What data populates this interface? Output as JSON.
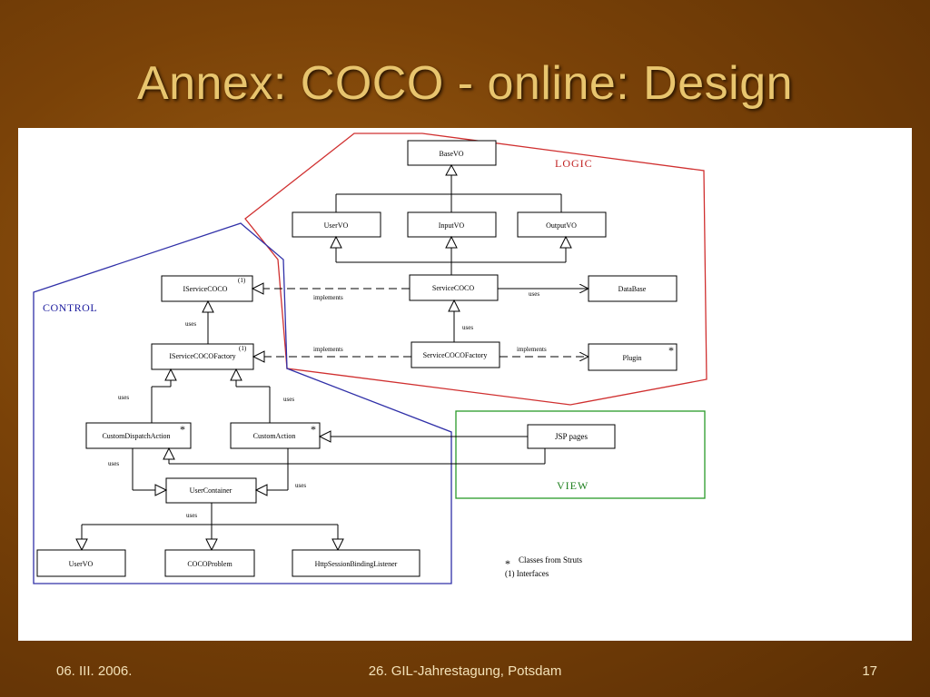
{
  "slide": {
    "title": "Annex: COCO - online: Design"
  },
  "diagram": {
    "regions": {
      "logic": "LOGIC",
      "control": "CONTROL",
      "view": "VIEW"
    },
    "classes": {
      "basevo": "BaseVO",
      "uservo_logic": "UserVO",
      "inputvo": "InputVO",
      "outputvo": "OutputVO",
      "servicecoco": "ServiceCOCO",
      "database": "DataBase",
      "servicecocofactory": "ServiceCOCOFactory",
      "plugin": "Plugin",
      "iservicecoco": "IServiceCOCO",
      "iservicecocofactory": "IServiceCOCOFactory",
      "customdispatchaction": "CustomDispatchAction",
      "customaction": "CustomAction",
      "jsppages": "JSP pages",
      "usercontainer": "UserContainer",
      "uservo_control": "UserVO",
      "cocoproblem": "COCOProblem",
      "httpsessionbindinglistener": "HttpSessionBindingListener"
    },
    "markers": {
      "interface": "(1)",
      "struts": "*"
    },
    "edge_labels": {
      "implements": "implements",
      "uses": "uses"
    },
    "legend": {
      "struts_text": "Classes from Struts",
      "interfaces_text": "(1) Interfaces"
    }
  },
  "footer": {
    "date": "06. III. 2006.",
    "event": "26. GIL-Jahrestagung, Potsdam",
    "page": "17"
  },
  "colors": {
    "logic_border": "#d03030",
    "control_border": "#3030a8",
    "view_border": "#2a9a2a",
    "title": "#e8c56e"
  }
}
